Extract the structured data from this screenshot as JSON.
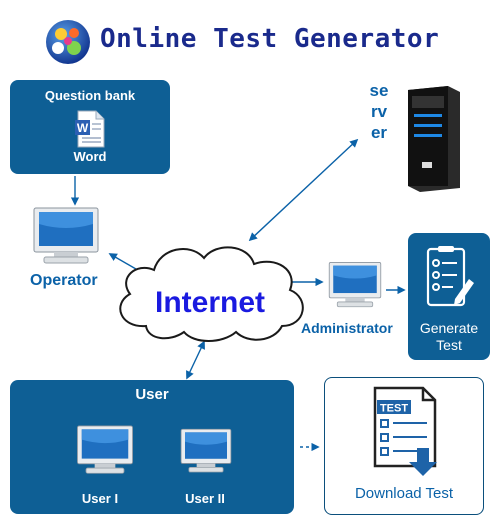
{
  "title": "Online Test Generator",
  "question_bank": {
    "title": "Question bank",
    "file_label": "Word"
  },
  "operator_label": "Operator",
  "internet_label": "Internet",
  "server_label": "server",
  "administrator_label": "Administrator",
  "generate_test_label": "Generate Test",
  "user_group": {
    "title": "User",
    "users": [
      "User I",
      "User II"
    ]
  },
  "download_test_label": "Download Test",
  "test_doc_label": "TEST",
  "colors": {
    "title": "#1a2a8c",
    "box": "#0e5f95",
    "label": "#0b62a8",
    "internet": "#1a1ae0",
    "arrow": "#0b62a8"
  }
}
